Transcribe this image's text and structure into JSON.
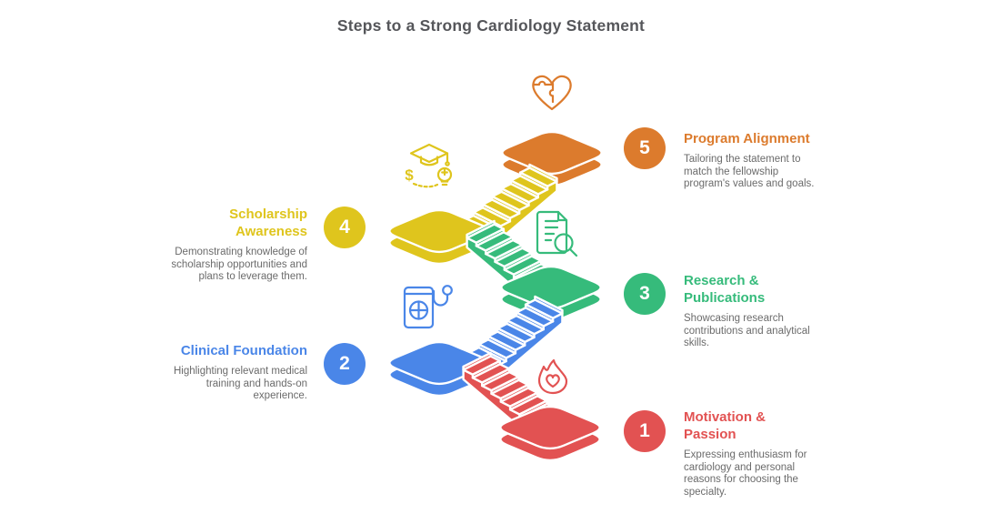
{
  "title": "Steps to a Strong Cardiology Statement",
  "colors": {
    "background": "#ffffff",
    "title_text": "#55565a",
    "description_text": "#6b6b6b",
    "outline": "#ffffff"
  },
  "glyphs": {
    "dollar": "$"
  },
  "steps": [
    {
      "number": "1",
      "title": "Motivation & Passion",
      "description": "Expressing enthusiasm for cardiology and personal reasons for choosing the specialty.",
      "color": "#e25252",
      "icon": "flame-heart-icon",
      "side": "right"
    },
    {
      "number": "2",
      "title": "Clinical Foundation",
      "description": "Highlighting relevant medical training and hands-on experience.",
      "color": "#4a86e8",
      "icon": "medical-book-stethoscope-icon",
      "side": "left"
    },
    {
      "number": "3",
      "title": "Research & Publications",
      "description": "Showcasing research contributions and analytical skills.",
      "color": "#36bb7b",
      "icon": "document-magnifier-icon",
      "side": "right"
    },
    {
      "number": "4",
      "title": "Scholarship Awareness",
      "description": "Demonstrating knowledge of scholarship opportunities and plans to leverage them.",
      "color": "#dfc51d",
      "icon": "graduation-cap-dollar-bulb-icon",
      "side": "left"
    },
    {
      "number": "5",
      "title": "Program Alignment",
      "description": "Tailoring the statement to match the fellowship program's values and goals.",
      "color": "#dc7b2d",
      "icon": "heart-puzzle-icon",
      "side": "right"
    }
  ]
}
